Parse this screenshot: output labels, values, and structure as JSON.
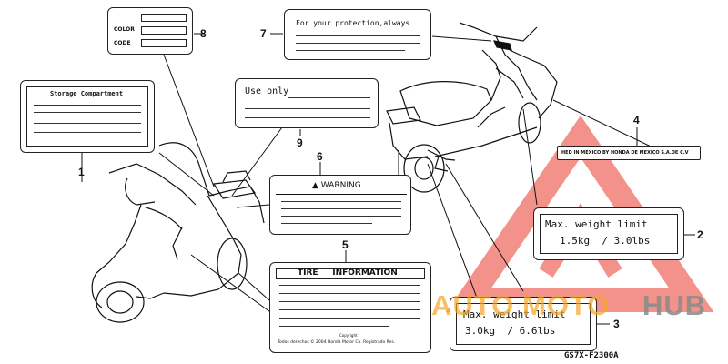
{
  "callouts": [
    "1",
    "2",
    "3",
    "4",
    "5",
    "6",
    "7",
    "8",
    "9"
  ],
  "labels": {
    "storage": "Storage Compartment",
    "color_code": {
      "color": "COLOR",
      "code": "CODE"
    },
    "protection": "For your protection,always",
    "use_only": "Use only",
    "warning": "▲ WARNING",
    "tire": "TIRE     INFORMATION",
    "tire_fine_1": "Copyright",
    "tire_fine_2": "Todos derechos © 2004 Honda Motor Co. Registrado Res.",
    "made_in": "HED IN MEXICO BY HONDA DE MEXICO S.A.DE C.V",
    "weight_small": {
      "line1": "Max. weight limit",
      "line2": "1.5kg  / 3.0lbs"
    },
    "weight_large": {
      "line1": "Max. weight limit",
      "line2": "3.0kg  / 6.6lbs"
    }
  },
  "part_code": "GS7X-F2300A",
  "watermark": {
    "auto": "AUTO",
    "moto": "MOTO",
    "hub": "HUB"
  },
  "colors": {
    "ink": "#222222",
    "watermark_red": "#e83a2e",
    "watermark_yellow": "#f4a623",
    "watermark_grey": "#8a8a8a"
  }
}
